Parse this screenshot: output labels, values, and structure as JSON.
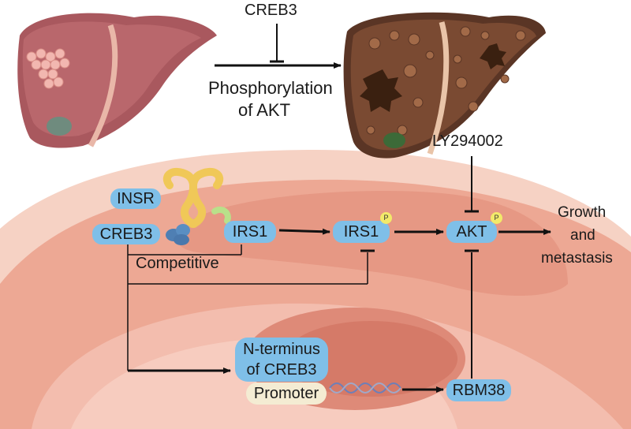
{
  "labels": {
    "creb3_top": "CREB3",
    "phosphorylation_line1": "Phosphorylation",
    "phosphorylation_line2": "of  AKT",
    "ly294002": "LY294002",
    "insr": "INSR",
    "creb3": "CREB3",
    "irs1": "IRS1",
    "irs1_p": "IRS1",
    "akt": "AKT",
    "phospho_mark": "P",
    "growth_line1": "Growth",
    "growth_line2": "and",
    "growth_line3": "metastasis",
    "competitive": "Competitive",
    "nterminus_line1": "N-terminus",
    "nterminus_line2": "of CREB3",
    "promoter": "Promoter",
    "rbm38": "RBM38"
  },
  "colors": {
    "cell_outer": "#f3c8b8",
    "cytoplasm": "#e99a87",
    "nucleus": "#f0a998",
    "pill": "#7fbfe8",
    "promoter": "#f4ecd3",
    "phospho_badge": "#f2ea6a",
    "receptor": "#f0c858"
  }
}
